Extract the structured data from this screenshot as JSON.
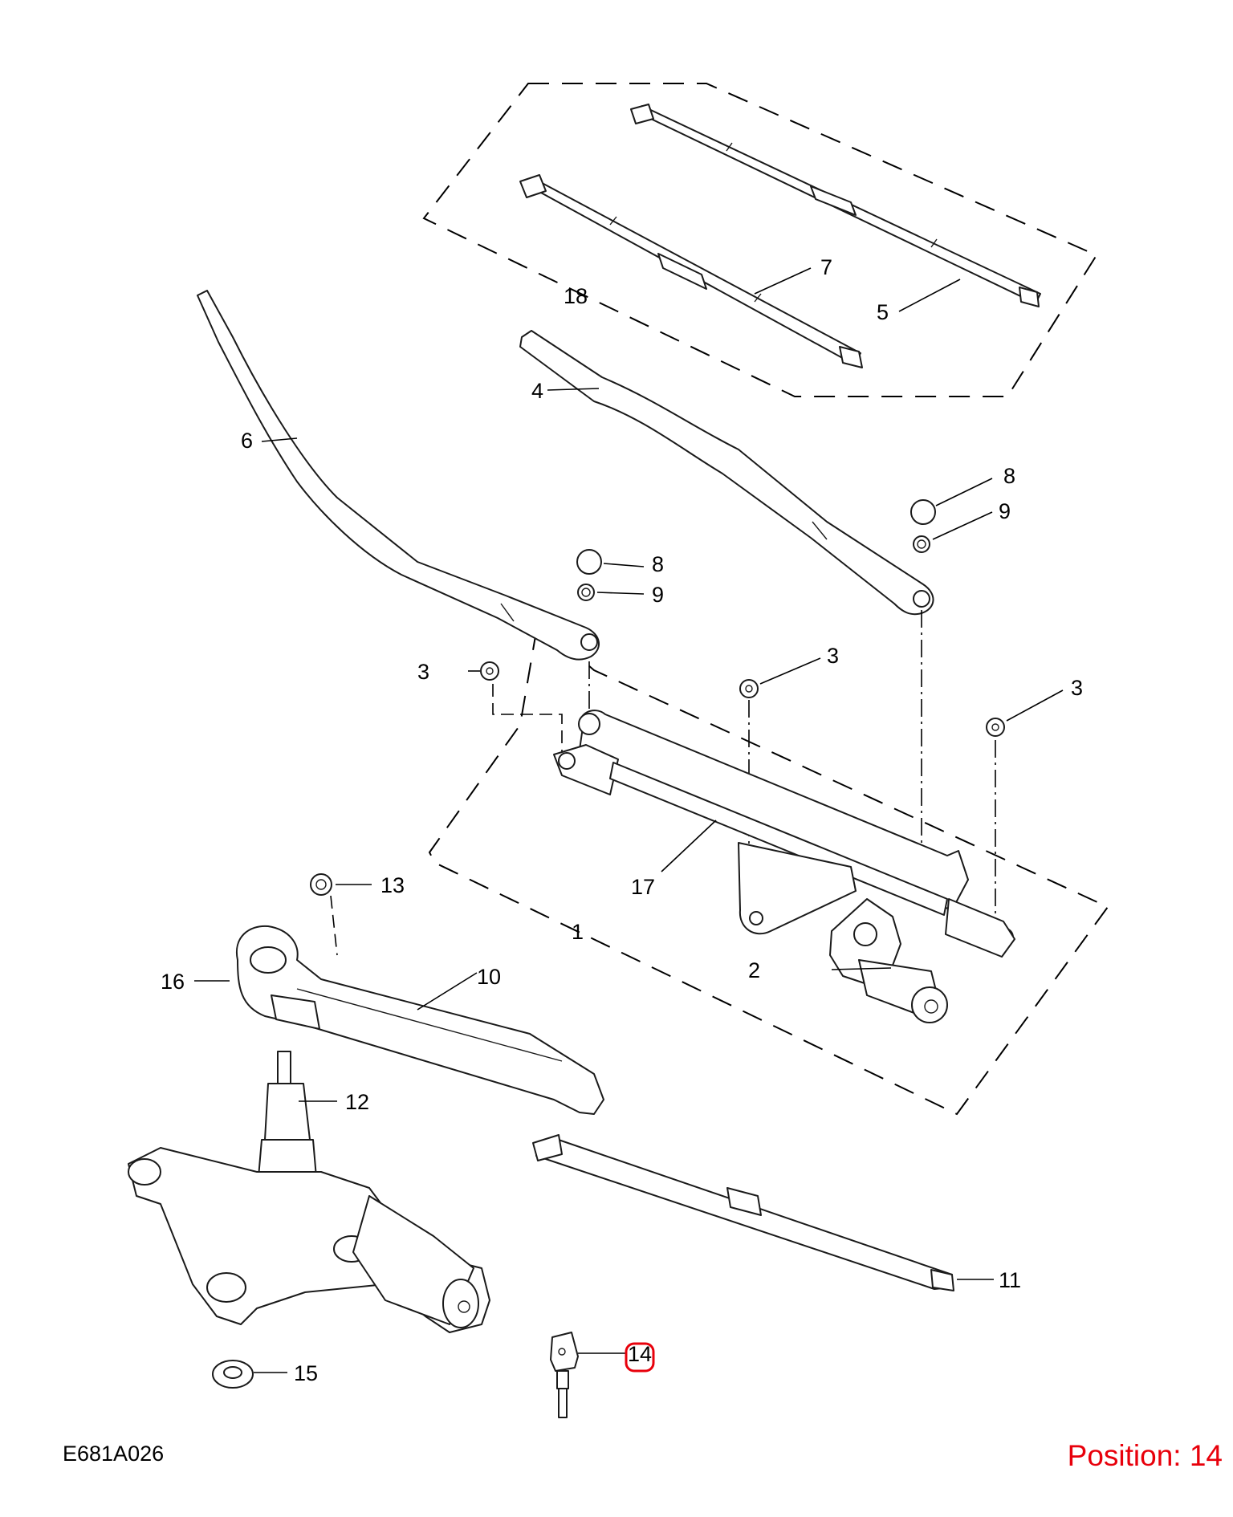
{
  "figure_id": "E681A026",
  "position_label": "Position: 14",
  "highlight_color": "#e8000b",
  "callouts": {
    "c1": "1",
    "c2": "2",
    "c3a": "3",
    "c3b": "3",
    "c3c": "3",
    "c4": "4",
    "c5": "5",
    "c6": "6",
    "c7": "7",
    "c8a": "8",
    "c8b": "8",
    "c9a": "9",
    "c9b": "9",
    "c10": "10",
    "c11": "11",
    "c12": "12",
    "c13": "13",
    "c14": "14",
    "c15": "15",
    "c16": "16",
    "c17": "17",
    "c18": "18"
  }
}
